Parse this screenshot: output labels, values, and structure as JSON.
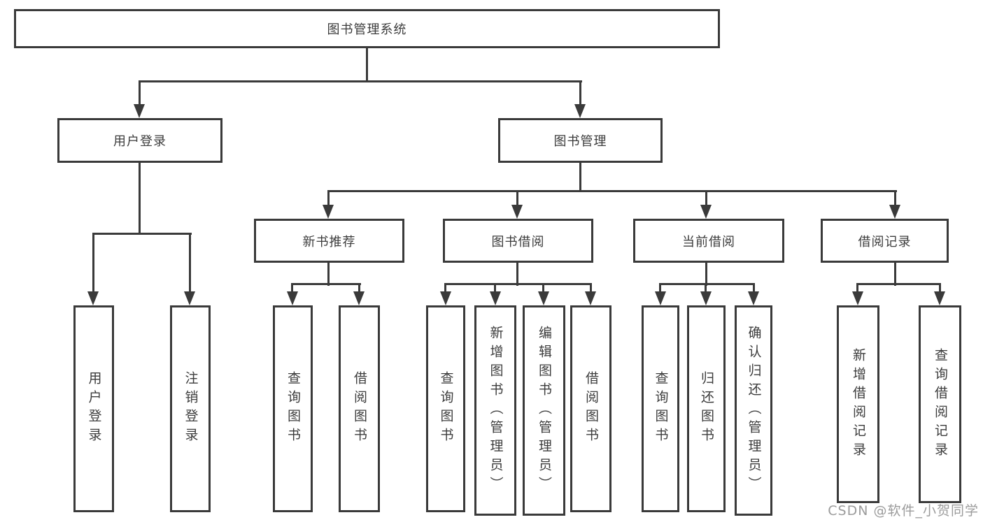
{
  "watermark": "CSDN @软件_小贺同学",
  "colors": {
    "line": "#3a3a3a",
    "node_text": "#3c3c3c",
    "watermark_text": "#9b9b9b",
    "background": "#ffffff"
  },
  "tree": {
    "label": "图书管理系统",
    "children": [
      {
        "label": "用户登录",
        "children": [
          {
            "label": "用户登录"
          },
          {
            "label": "注销登录"
          }
        ]
      },
      {
        "label": "图书管理",
        "children": [
          {
            "label": "新书推荐",
            "children": [
              {
                "label": "查询图书"
              },
              {
                "label": "借阅图书"
              }
            ]
          },
          {
            "label": "图书借阅",
            "children": [
              {
                "label": "查询图书"
              },
              {
                "label": "新增图书（管理员）"
              },
              {
                "label": "编辑图书（管理员）"
              },
              {
                "label": "借阅图书"
              }
            ]
          },
          {
            "label": "当前借阅",
            "children": [
              {
                "label": "查询图书"
              },
              {
                "label": "归还图书"
              },
              {
                "label": "确认归还（管理员）"
              }
            ]
          },
          {
            "label": "借阅记录",
            "children": [
              {
                "label": "新增借阅记录"
              },
              {
                "label": "查询借阅记录"
              }
            ]
          }
        ]
      }
    ]
  }
}
